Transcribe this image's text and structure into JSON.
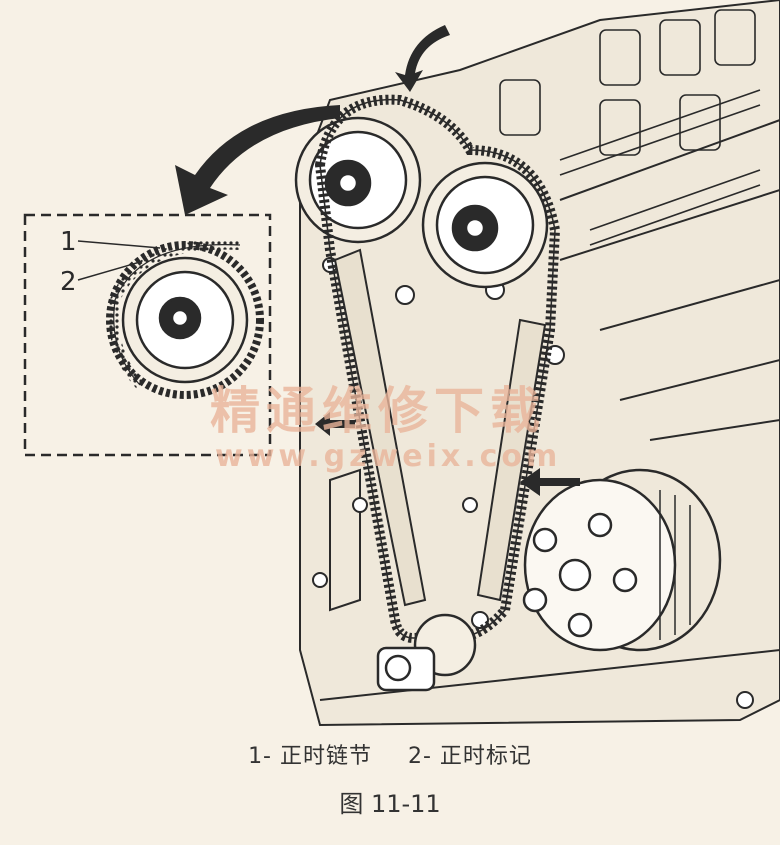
{
  "figure": {
    "callouts": [
      {
        "number": "1"
      },
      {
        "number": "2"
      }
    ],
    "watermark": {
      "text_cn": "精通维修下载",
      "url": "www.gzweix.com"
    }
  },
  "caption": {
    "legend": [
      {
        "text": "1- 正时链节"
      },
      {
        "text": "2- 正时标记"
      }
    ],
    "figure_number": "图 11-11"
  },
  "colors": {
    "paper": "#f7f1e6",
    "ink": "#2a2a2a",
    "watermark": "#e8b49a"
  }
}
